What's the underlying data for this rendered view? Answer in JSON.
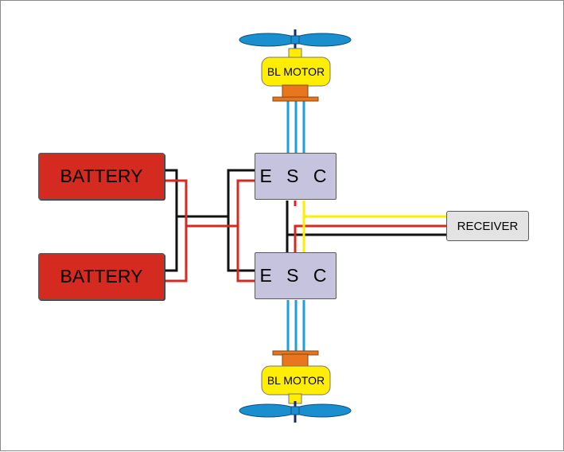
{
  "batteries": [
    {
      "label": "BATTERY"
    },
    {
      "label": "BATTERY"
    }
  ],
  "escs": [
    {
      "label": "E S C"
    },
    {
      "label": "E S C"
    }
  ],
  "receiver": {
    "label": "RECEIVER"
  },
  "motors": [
    {
      "label": "BL MOTOR"
    },
    {
      "label": "BL MOTOR"
    }
  ],
  "colors": {
    "battery": "#d42a20",
    "esc": "#c6c3de",
    "receiver": "#e3e3e3",
    "motor": "#ffee00",
    "motor_mount": "#e8761e",
    "propeller": "#1a8fd0",
    "wire_positive": "#d42a20",
    "wire_negative": "#111111",
    "wire_signal": "#ffee00",
    "wire_phase": "#1aa0dc"
  }
}
